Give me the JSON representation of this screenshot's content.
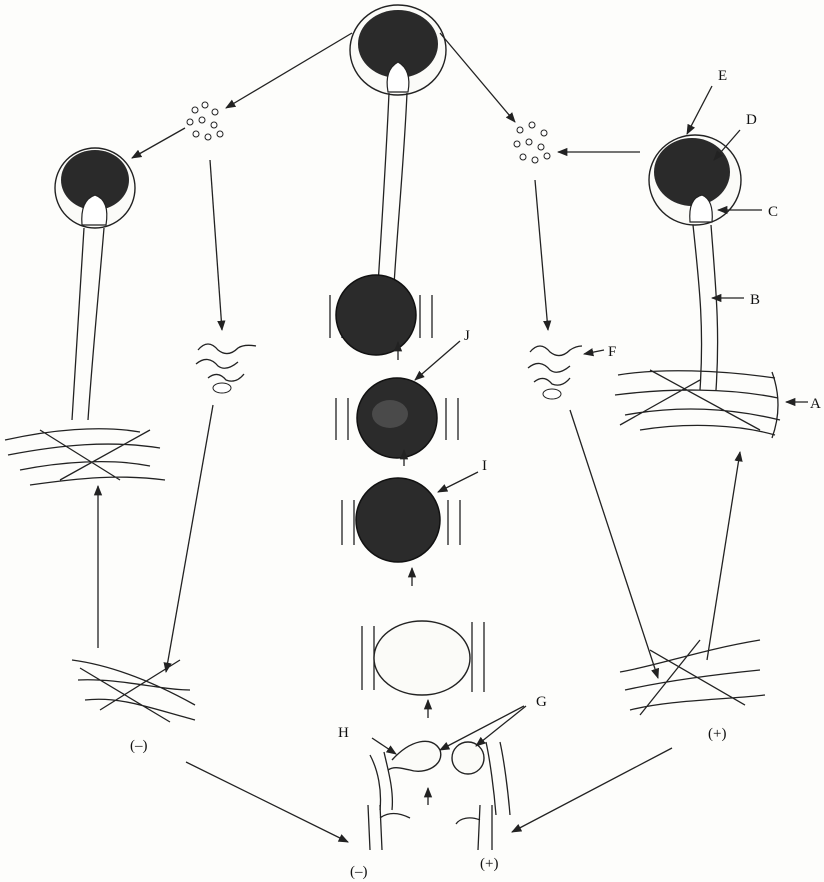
{
  "labels": {
    "A": "A",
    "B": "B",
    "C": "C",
    "D": "D",
    "E": "E",
    "F": "F",
    "G": "G",
    "H": "H",
    "I": "I",
    "J": "J"
  },
  "mating_types": {
    "minus_left": "(–)",
    "plus_right": "(+)",
    "minus_bottom": "(–)",
    "plus_bottom": "(+)"
  },
  "colors": {
    "ink": "#1c1c1c",
    "paper": "#fdfdfb"
  }
}
